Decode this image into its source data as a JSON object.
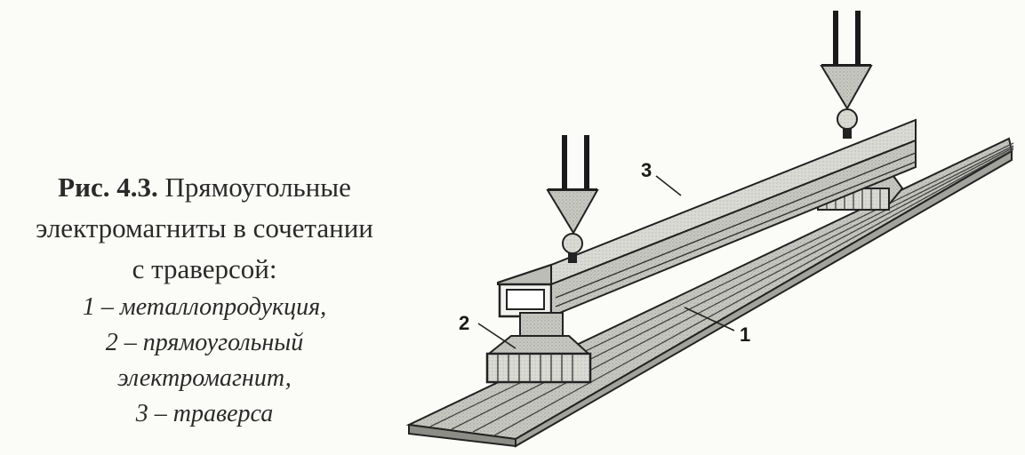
{
  "caption": {
    "figure_label": "Рис. 4.3.",
    "title_line_1": "Прямоугольные",
    "title_line_2": "электромагниты в сочетании",
    "title_line_3": "с траверсой:",
    "items": [
      "1 – металлопродукция,",
      "2 – прямоугольный",
      "электромагнит,",
      "3 – траверса"
    ]
  },
  "figure": {
    "callouts": [
      "1",
      "2",
      "3"
    ]
  }
}
